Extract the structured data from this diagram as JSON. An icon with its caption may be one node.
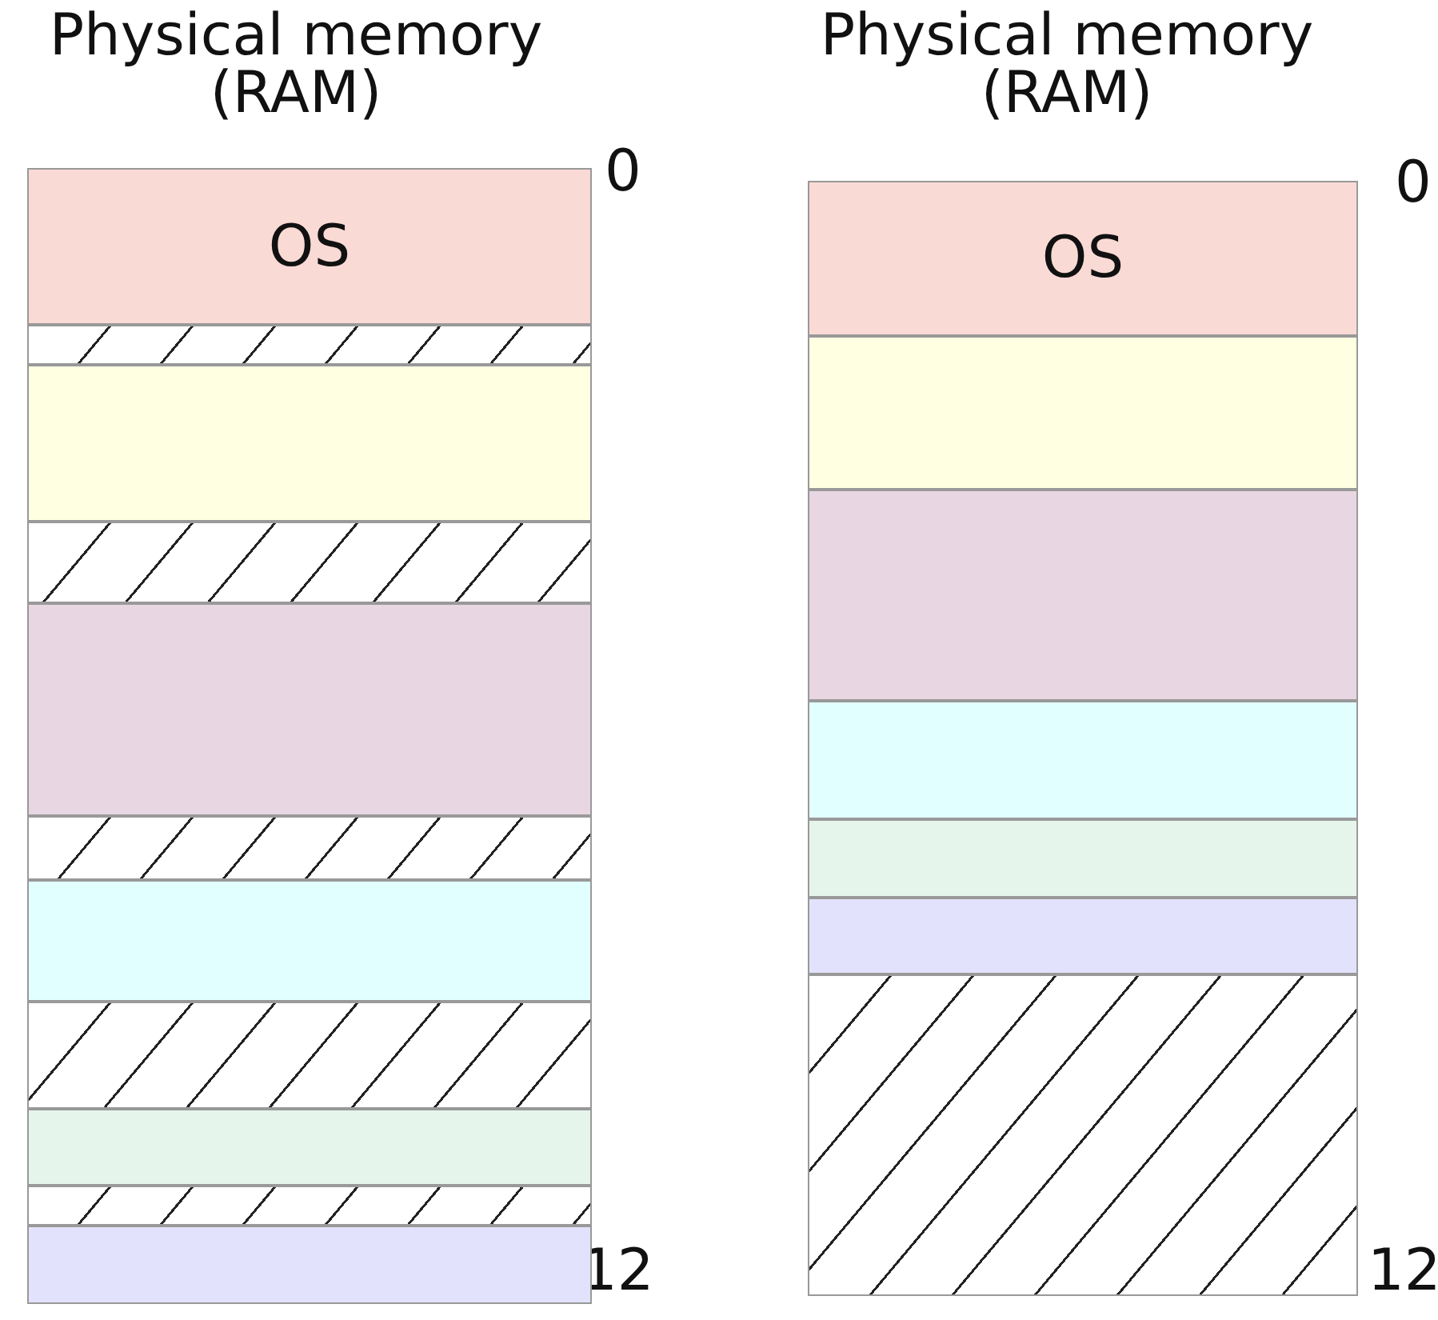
{
  "diagram": {
    "nodes": [
      {
        "text": [
          "Physical memory (RAM)"
        ],
        "beside": [
          "0",
          "12"
        ]
      },
      {
        "text": [
          "OS"
        ],
        "in": 0
      },
      {
        "text": [],
        "shape": "box",
        "in": 0
      },
      {
        "text": [],
        "shape": "box",
        "in": 0
      },
      {
        "text": [],
        "shape": "box",
        "in": 0
      },
      {
        "text": [],
        "shape": "box",
        "in": 0
      },
      {
        "text": [],
        "shape": "box",
        "in": 0
      },
      {
        "text": [],
        "shape": "box",
        "in": 0
      },
      {
        "text": [],
        "shape": "box",
        "in": 0
      },
      {
        "text": [],
        "shape": "box",
        "in": 0
      },
      {
        "text": [],
        "shape": "box",
        "in": 0
      },
      {
        "text": [],
        "shape": "box",
        "in": 0
      },
      {
        "text": [
          "Physical memory (RAM)"
        ],
        "beside": [
          "0",
          "12"
        ]
      },
      {
        "text": [
          "OS"
        ],
        "in": 12
      },
      {
        "text": [],
        "shape": "box",
        "in": 12
      },
      {
        "text": [],
        "shape": "box",
        "in": 12
      },
      {
        "text": [],
        "shape": "box",
        "in": 12
      },
      {
        "text": [],
        "shape": "box",
        "in": 12
      },
      {
        "text": [],
        "shape": "box",
        "in": 12
      },
      {
        "text": [],
        "shape": "box",
        "in": 12
      }
    ]
  }
}
